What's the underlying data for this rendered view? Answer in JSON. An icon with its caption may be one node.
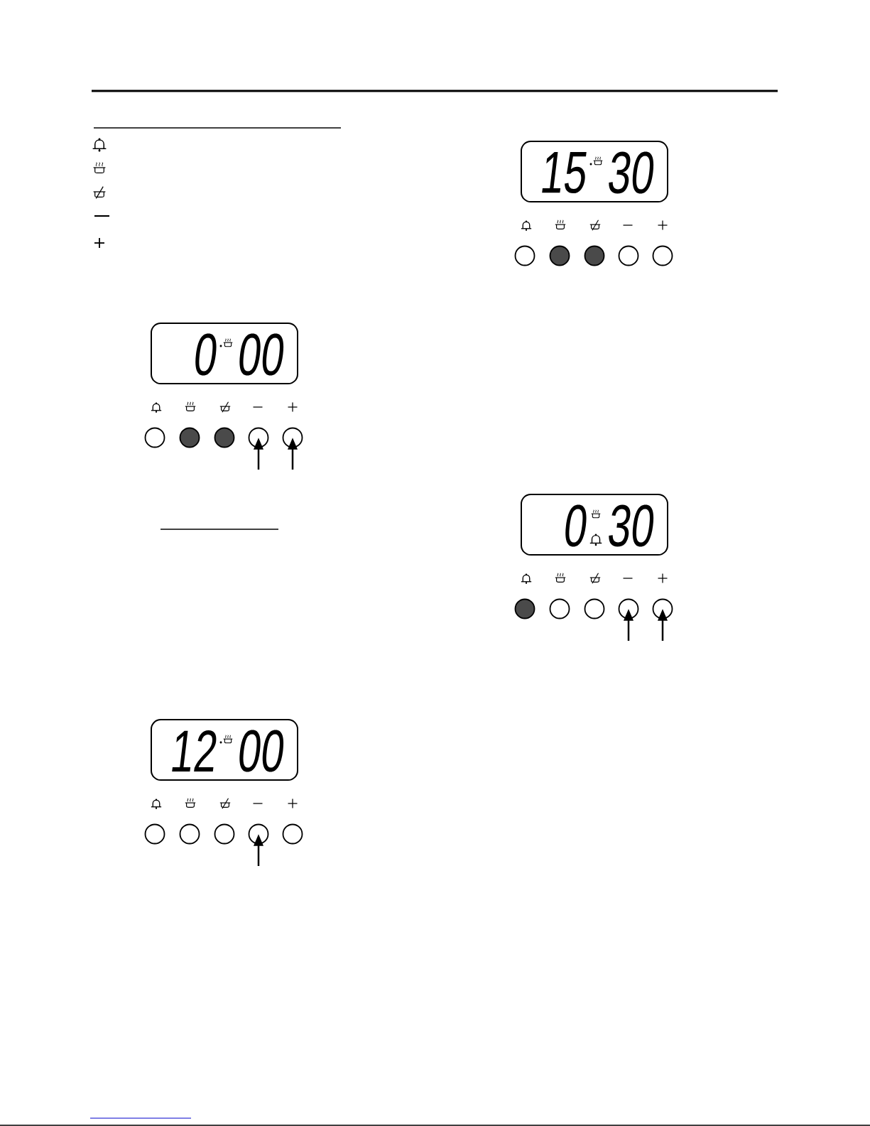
{
  "diagram": {
    "nodes": [
      {
        "text": [
          "0",
          "00"
        ]
      },
      {
        "text": [],
        "shape": "circle"
      },
      {
        "text": [],
        "shape": "disc"
      },
      {
        "text": [],
        "shape": "disc"
      },
      {
        "text": [],
        "shape": "circle"
      },
      {
        "text": [],
        "shape": "circle"
      },
      {
        "text": [
          "12",
          "00"
        ]
      },
      {
        "text": [],
        "shape": "circle"
      },
      {
        "text": [],
        "shape": "circle"
      },
      {
        "text": [],
        "shape": "circle"
      },
      {
        "text": [],
        "shape": "circle"
      },
      {
        "text": [],
        "shape": "circle"
      },
      {
        "text": [
          "15",
          "30"
        ]
      },
      {
        "text": [],
        "shape": "circle"
      },
      {
        "text": [],
        "shape": "disc"
      },
      {
        "text": [],
        "shape": "disc"
      },
      {
        "text": [],
        "shape": "circle"
      },
      {
        "text": [],
        "shape": "circle"
      },
      {
        "text": [
          "0",
          "30"
        ]
      },
      {
        "text": [],
        "shape": "disc"
      },
      {
        "text": [],
        "shape": "circle"
      },
      {
        "text": [],
        "shape": "circle"
      },
      {
        "text": [],
        "shape": "circle"
      },
      {
        "text": [],
        "shape": "circle"
      }
    ],
    "edges": [
      {
        "from": null,
        "to": 4,
        "arrow": "to"
      },
      {
        "from": null,
        "to": 5,
        "arrow": "to"
      },
      {
        "from": null,
        "to": 10,
        "arrow": "to"
      },
      {
        "from": null,
        "to": 22,
        "arrow": "to"
      },
      {
        "from": null,
        "to": 23,
        "arrow": "to"
      }
    ]
  }
}
